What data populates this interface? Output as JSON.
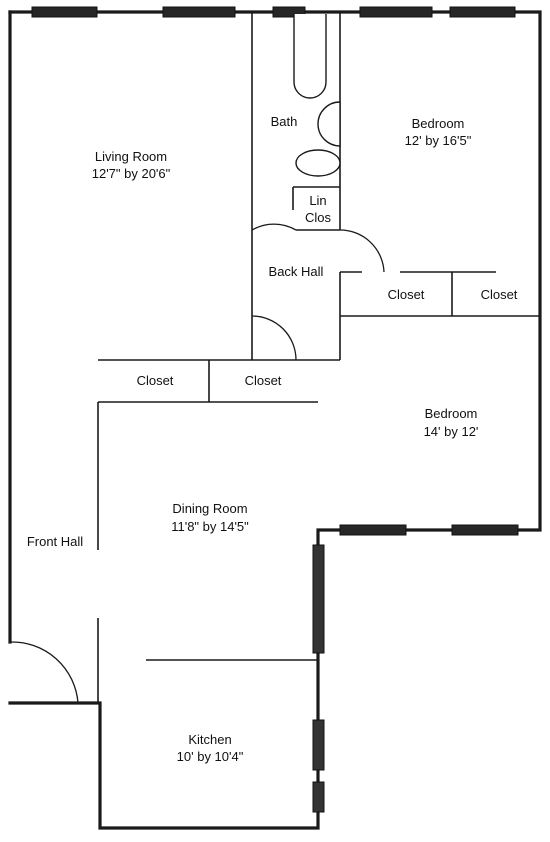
{
  "rooms": {
    "living_room": {
      "name": "Living Room",
      "size": "12'7\" by 20'6\""
    },
    "bedroom_1": {
      "name": "Bedroom",
      "size": "12' by 16'5\""
    },
    "bedroom_2": {
      "name": "Bedroom",
      "size": "14' by 12'"
    },
    "dining_room": {
      "name": "Dining Room",
      "size": "11'8\" by 14'5\""
    },
    "kitchen": {
      "name": "Kitchen",
      "size": "10' by 10'4\""
    },
    "bath": {
      "name": "Bath"
    },
    "lin_clos": {
      "line1": "Lin",
      "line2": "Clos"
    },
    "back_hall": {
      "name": "Back Hall"
    },
    "front_hall": {
      "name": "Front Hall"
    },
    "closets": [
      "Closet",
      "Closet",
      "Closet",
      "Closet"
    ]
  }
}
